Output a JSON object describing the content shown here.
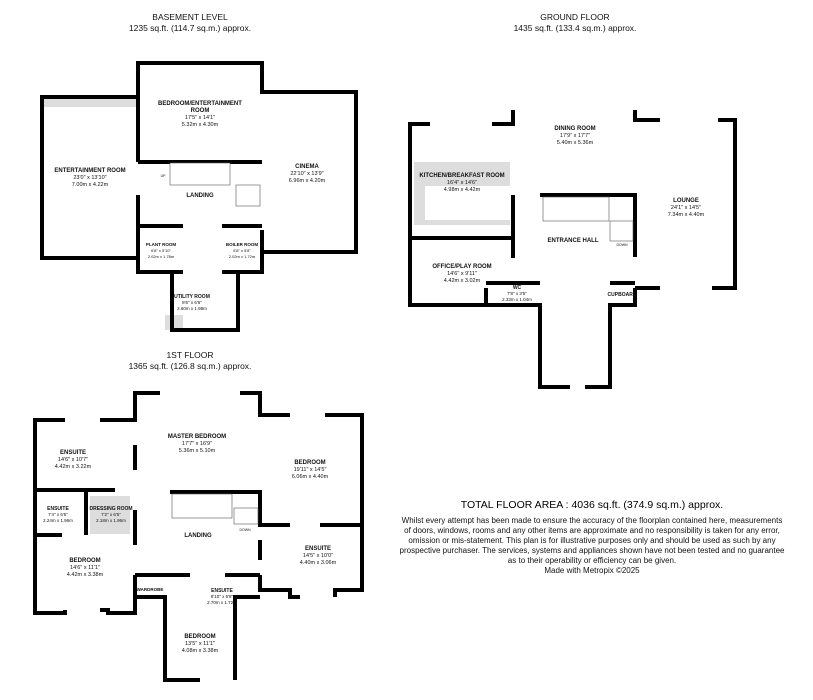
{
  "basement": {
    "title": "BASEMENT LEVEL",
    "area": "1235 sq.ft. (114.7 sq.m.) approx.",
    "rooms": [
      {
        "name": "BEDROOM/ENTERTAINMENT",
        "name2": "ROOM",
        "imperial": "17'5\" x 14'1\"",
        "metric": "5.32m x 4.30m"
      },
      {
        "name": "ENTERTAINMENT ROOM",
        "imperial": "23'0\" x 13'10\"",
        "metric": "7.00m x 4.22m"
      },
      {
        "name": "CINEMA",
        "imperial": "22'10\" x 13'9\"",
        "metric": "6.96m x 4.20m"
      },
      {
        "name": "LANDING"
      },
      {
        "name": "PLANT ROOM",
        "imperial": "6'8\" x 5'10\"",
        "metric": "2.02m x 1.78m"
      },
      {
        "name": "BOILER ROOM",
        "imperial": "6'8\" x 5'8\"",
        "metric": "2.02m x 1.72m"
      },
      {
        "name": "UTILITY ROOM",
        "imperial": "8'6\" x 6'6\"",
        "metric": "2.60m x 1.98m"
      }
    ],
    "stair_label": "UP"
  },
  "ground": {
    "title": "GROUND FLOOR",
    "area": "1435 sq.ft. (133.4 sq.m.) approx.",
    "rooms": [
      {
        "name": "DINING ROOM",
        "imperial": "17'9\" x 17'7\"",
        "metric": "5.40m x 5.36m"
      },
      {
        "name": "KITCHEN/BREAKFAST ROOM",
        "imperial": "16'4\" x 14'6\"",
        "metric": "4.98m x 4.42m"
      },
      {
        "name": "LOUNGE",
        "imperial": "24'1\" x 14'5\"",
        "metric": "7.34m x 4.40m"
      },
      {
        "name": "ENTRANCE HALL"
      },
      {
        "name": "OFFICE/PLAY ROOM",
        "imperial": "14'6\" x 9'11\"",
        "metric": "4.42m x 3.02m"
      },
      {
        "name": "WC",
        "imperial": "7'8\" x 3'5\"",
        "metric": "2.33m x 1.04m"
      },
      {
        "name": "CUPBOARD"
      }
    ],
    "stair_label": "DOWN"
  },
  "first": {
    "title": "1ST FLOOR",
    "area": "1365 sq.ft. (126.8 sq.m.) approx.",
    "rooms": [
      {
        "name": "MASTER BEDROOM",
        "imperial": "17'7\" x 16'9\"",
        "metric": "5.36m x 5.10m"
      },
      {
        "name": "ENSUITE",
        "imperial": "14'6\" x 10'7\"",
        "metric": "4.42m x 3.22m"
      },
      {
        "name": "BEDROOM",
        "imperial": "19'11\" x 14'5\"",
        "metric": "6.06m x 4.40m"
      },
      {
        "name": "ENSUITE",
        "imperial": "7'4\" x 6'5\"",
        "metric": "2.24m x 1.96m"
      },
      {
        "name": "DRESSING ROOM",
        "imperial": "7'2\" x 6'5\"",
        "metric": "2.18m x 1.96m"
      },
      {
        "name": "LANDING"
      },
      {
        "name": "ENSUITE",
        "imperial": "14'5\" x 10'0\"",
        "metric": "4.40m x 3.06m"
      },
      {
        "name": "BEDROOM",
        "imperial": "14'6\" x 11'1\"",
        "metric": "4.42m x 3.38m"
      },
      {
        "name": "WARDROBE"
      },
      {
        "name": "ENSUITE",
        "imperial": "8'10\" x 5'8\"",
        "metric": "2.70m x 1.72m"
      },
      {
        "name": "BEDROOM",
        "imperial": "13'5\" x 11'1\"",
        "metric": "4.08m x 3.38m"
      }
    ],
    "stair_label": "DOWN"
  },
  "total": "TOTAL FLOOR AREA : 4036 sq.ft. (374.9 sq.m.) approx.",
  "disclaimer": [
    "Whilst every attempt has been made to ensure the accuracy of the floorplan contained here, measurements",
    "of doors, windows, rooms and any other items are approximate and no responsibility is taken for any error,",
    "omission or mis-statement. This plan is for illustrative purposes only and should be used as such by any",
    "prospective purchaser. The services, systems and appliances shown have not been tested and no guarantee",
    "as to their operability or efficiency can be given."
  ],
  "credit": "Made with Metropix ©2025"
}
